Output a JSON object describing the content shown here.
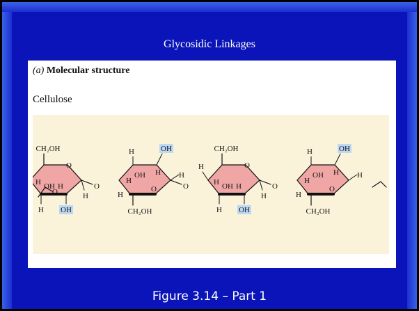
{
  "slide": {
    "title": "Glycosidic Linkages",
    "caption": "Figure 3.14 – Part 1"
  },
  "figure": {
    "panel_letter": "(a)",
    "panel_title": "Molecular structure",
    "molecule_name": "Cellulose",
    "groups": {
      "ch2oh": "CH₂OH",
      "oh": "OH",
      "h": "H",
      "o": "O"
    },
    "colors": {
      "ring_fill": "#f1a6a6",
      "oh_highlight": "#bcd8f2",
      "background": "#fbf3d9"
    }
  }
}
